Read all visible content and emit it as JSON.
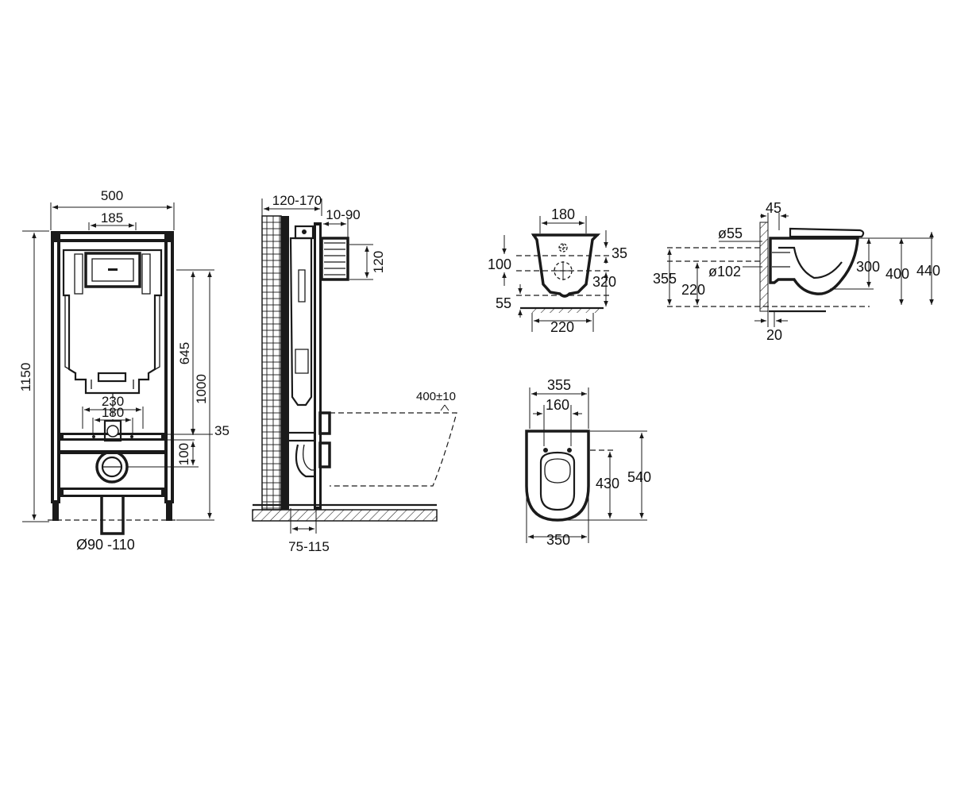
{
  "frame_front": {
    "width": "500",
    "inner_width": "185",
    "height": "1150",
    "dim_645": "645",
    "dim_1000": "1000",
    "dim_230": "230",
    "dim_180": "180",
    "dim_35": "35",
    "dim_100": "100",
    "pipe_diameter": "Ø90 -110"
  },
  "frame_side": {
    "dim_120_170": "120-170",
    "dim_10_90": "10-90",
    "dim_120": "120",
    "dim_400_10": "400±10",
    "dim_75_115": "75-115"
  },
  "bowl_back": {
    "dim_180": "180",
    "dim_100": "100",
    "dim_35": "35",
    "dim_320": "320",
    "dim_55": "55",
    "dim_220": "220"
  },
  "bowl_side": {
    "dim_45": "45",
    "dim_d55": "ø55",
    "dim_d102": "ø102",
    "dim_355": "355",
    "dim_220": "220",
    "dim_300": "300",
    "dim_400": "400",
    "dim_440": "440",
    "dim_20": "20"
  },
  "bowl_top": {
    "dim_355": "355",
    "dim_160": "160",
    "dim_430": "430",
    "dim_540": "540",
    "dim_350": "350"
  }
}
